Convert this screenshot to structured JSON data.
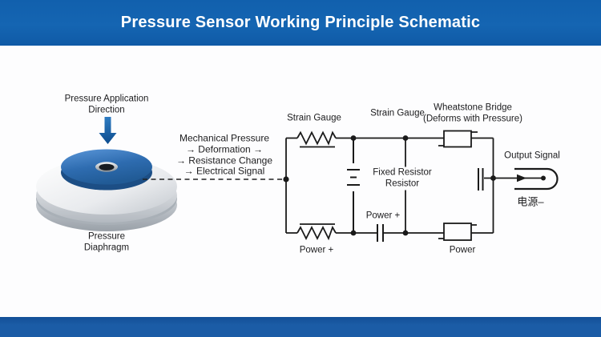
{
  "header": {
    "title": "Pressure Sensor Working Principle Schematic"
  },
  "colors": {
    "header_bg": "#1565b2",
    "footer_bg": "#1b5ca6",
    "content_bg": "#fdfdfe",
    "ink": "#1c1c1e",
    "circuit_stroke": "#1a1a1a",
    "arrow_blue": "#1d66ad",
    "disc_blue": "#2e6cb0"
  },
  "diaphragm": {
    "direction_label": [
      "Pressure Application",
      "Direction"
    ],
    "caption": [
      "Pressure",
      "Diaphragm"
    ]
  },
  "process": {
    "lines": [
      "Mechanical Pressure",
      "→ Deformation →",
      "→ Resistance Change",
      "→ Electrical Signal"
    ]
  },
  "circuit": {
    "strain_gauge_left": "Strain Gauge",
    "strain_gauge_mid": "Strain Gauge",
    "wheatstone": [
      "Wheatstone Bridge",
      "(Deforms with Pressure)"
    ],
    "fixed_resistor": [
      "Fixed Resistor",
      "Resistor"
    ],
    "power_plus_capacitor": "Power +",
    "power_plus_gauge": "Power +",
    "power_bridge": "Power",
    "output_signal": "Output Signal",
    "supply_negative": "电源–"
  }
}
